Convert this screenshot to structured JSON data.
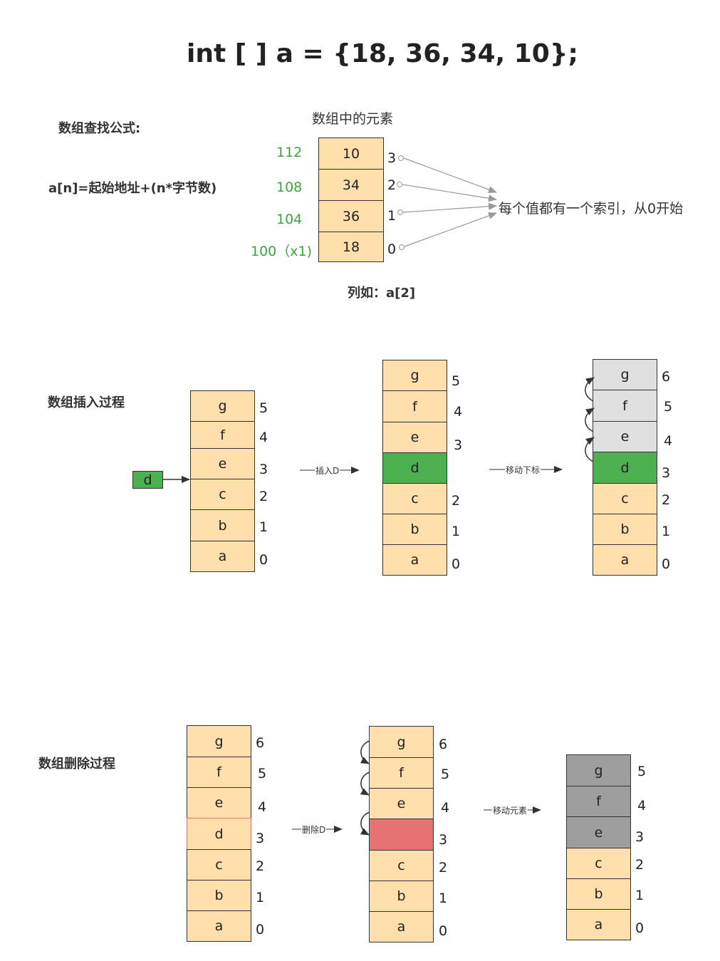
{
  "title": "int [ ] a = {18, 36, 34, 10};",
  "lookup": {
    "heading": "数组查找公式:",
    "formula": "a[n]=起始地址+(n*字节数)",
    "array_label": "数组中的元素",
    "values": [
      "10",
      "34",
      "36",
      "18"
    ],
    "addresses": [
      "112",
      "108",
      "104",
      "100（x1)"
    ],
    "indices": [
      "3",
      "2",
      "1",
      "0"
    ],
    "index_note": "每个值都有一个索引，从0开始",
    "example": "列如：a[2]"
  },
  "insert": {
    "heading": "数组插入过程",
    "col1": {
      "cells": [
        "g",
        "f",
        "e",
        "c",
        "b",
        "a"
      ],
      "indices": [
        "5",
        "4",
        "3",
        "2",
        "1",
        "0"
      ]
    },
    "new_element": "d",
    "arrow1_label": "插入D",
    "col2": {
      "cells": [
        "g",
        "f",
        "e",
        "d",
        "c",
        "b",
        "a"
      ],
      "indices": [
        "5",
        "4",
        "3",
        "",
        "2",
        "1",
        "0"
      ]
    },
    "arrow2_label": "移动下标",
    "col3": {
      "cells": [
        "g",
        "f",
        "e",
        "d",
        "c",
        "b",
        "a"
      ],
      "indices": [
        "6",
        "5",
        "4",
        "3",
        "2",
        "1",
        "0"
      ]
    }
  },
  "delete": {
    "heading": "数组删除过程",
    "col1": {
      "cells": [
        "g",
        "f",
        "e",
        "d",
        "c",
        "b",
        "a"
      ],
      "indices": [
        "6",
        "5",
        "4",
        "3",
        "2",
        "1",
        "0"
      ]
    },
    "arrow1_label": "删除D",
    "col2": {
      "cells": [
        "g",
        "f",
        "e",
        "",
        "c",
        "b",
        "a"
      ],
      "indices": [
        "6",
        "5",
        "4",
        "3",
        "2",
        "1",
        "0"
      ]
    },
    "arrow2_label": "移动元素",
    "col3": {
      "cells": [
        "g",
        "f",
        "e",
        "c",
        "b",
        "a"
      ],
      "indices": [
        "5",
        "4",
        "3",
        "2",
        "1",
        "0"
      ]
    }
  },
  "colors": {
    "cell_fill": "#ffdfac",
    "green": "#4caf50",
    "light_gray": "#e0e0e0",
    "dark_gray": "#9e9e9e",
    "red": "#e57373",
    "address_text": "#3aa53a"
  }
}
